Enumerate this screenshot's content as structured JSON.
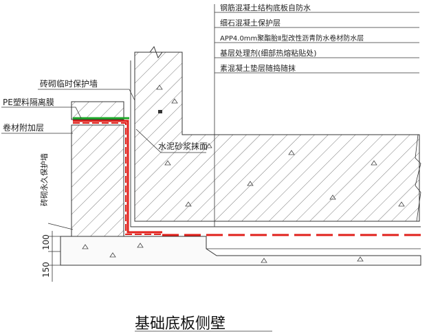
{
  "drawing": {
    "title": "基础底板侧壁",
    "callouts": [
      "钢筋混凝土结构底板自防水",
      "细石混凝土保护层",
      "APP4.0mm聚酯胎Ⅱ型改性沥青防水卷材防水层",
      "基层处理剂(细部热熔粘贴处)",
      "素混凝土垫层随捣随抹"
    ],
    "left_labels": {
      "brick_temp_wall": "砖砌临时保护墙",
      "pe_film": "PE塑料隔离膜",
      "extra_layer": "卷材附加层",
      "brick_perm_wall": "砖砌永久保护墙"
    },
    "mortar_label": "水泥砂浆抹面",
    "dimensions": [
      "100",
      "150"
    ],
    "colors": {
      "membrane": "#e0201b",
      "pe_film": "#1fa82a",
      "line": "#333333"
    }
  }
}
